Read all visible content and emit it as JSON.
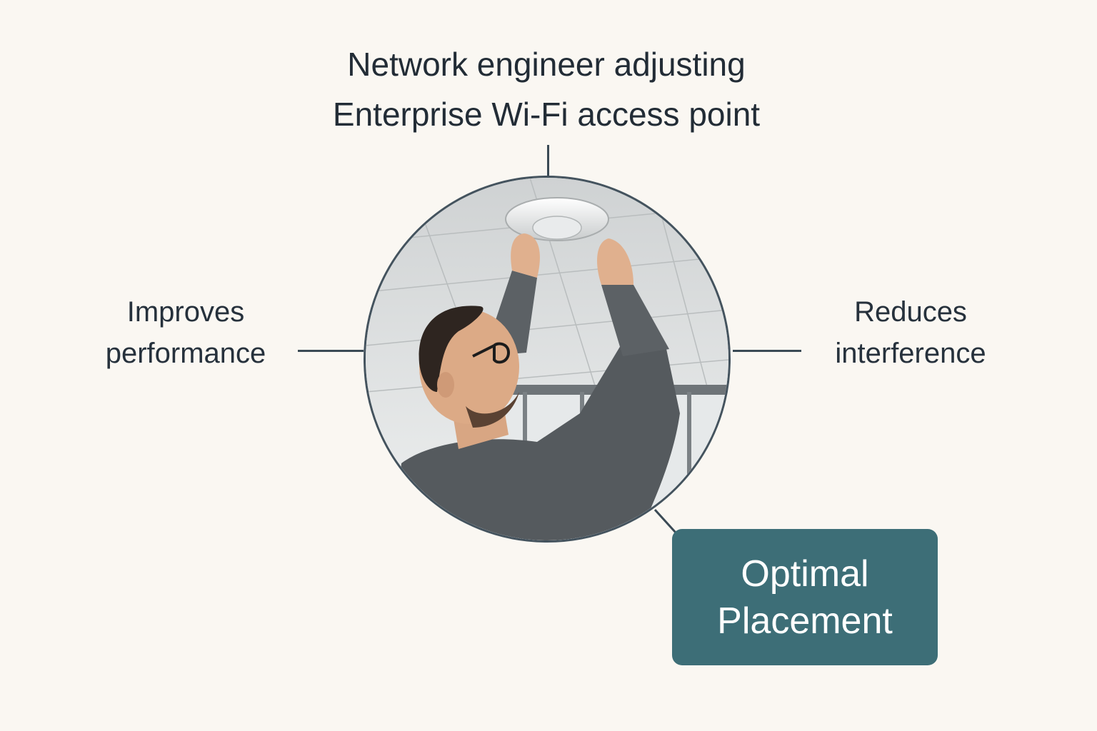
{
  "diagram": {
    "title_line1": "Network engineer adjusting",
    "title_line2": "Enterprise Wi-Fi access point",
    "left_label_line1": "Improves",
    "left_label_line2": "performance",
    "right_label_line1": "Reduces",
    "right_label_line2": "interference",
    "callout_line1": "Optimal",
    "callout_line2": "Placement"
  },
  "colors": {
    "background": "#faf7f2",
    "text": "#25303b",
    "connector": "#3a4a55",
    "callout_fill": "#3d6e77",
    "callout_text": "#ffffff",
    "circle_border": "#44535e"
  },
  "image": {
    "subject": "engineer-adjusting-ceiling-access-point"
  }
}
